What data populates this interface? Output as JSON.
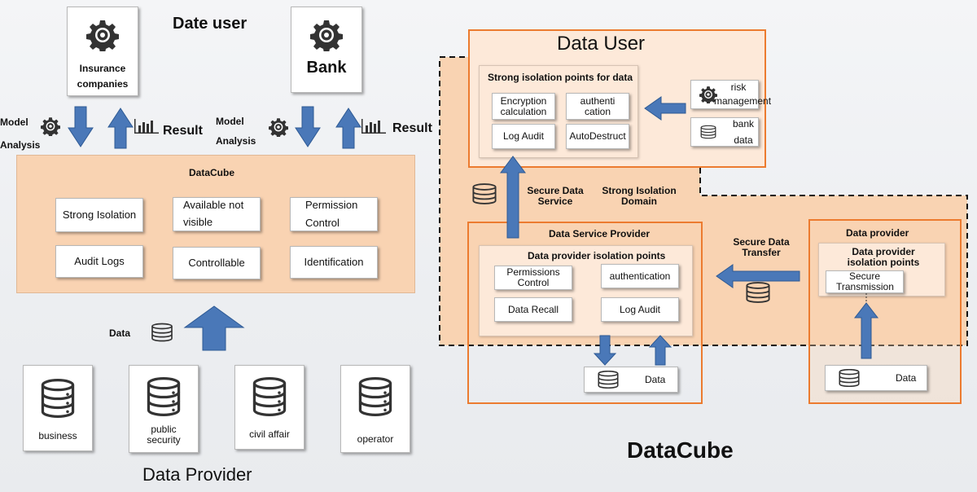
{
  "left": {
    "top_label": "Date user",
    "user_insurance": "Insurance companies",
    "user_bank": "Bank",
    "model_analysis_1": "Model Analysis",
    "model_analysis_2": "Model Analysis",
    "result_1": "Result",
    "result_2": "Result",
    "datacube_title": "DataCube",
    "features": [
      "Strong Isolation",
      "Available not visible",
      "Permission Control",
      "Audit Logs",
      "Controllable",
      "Identification"
    ],
    "data_label": "Data",
    "providers": [
      "business",
      "public security",
      "civil affair",
      "operator"
    ],
    "bottom_label": "Data Provider"
  },
  "right": {
    "data_user_title": "Data User",
    "strong_isolation_title": "Strong isolation points for data",
    "user_points": [
      "Encryption calculation",
      "authenti cation",
      "Log Audit",
      "AutoDestruct"
    ],
    "risk_management": "risk management",
    "bank_data": "bank data",
    "secure_data_service": "Secure Data Service",
    "strong_isolation_domain": "Strong Isolation Domain",
    "dsp_title": "Data Service Provider",
    "dsp_panel_title": "Data provider isolation points",
    "dsp_points": [
      "Permissions Control",
      "authentication",
      "Data Recall",
      "Log Audit"
    ],
    "dsp_data": "Data",
    "secure_data_transfer": "Secure Data Transfer",
    "provider_title": "Data provider",
    "provider_panel_title": "Data provider isolation points",
    "secure_transmission": "Secure Transmission",
    "provider_data": "Data",
    "bottom_label": "DataCube"
  },
  "colors": {
    "arrow": "#4a78b8",
    "peach": "#f9d3b2",
    "orange": "#ec7b2f",
    "light_peach": "#fde9d9"
  },
  "icons": [
    "gear-icon",
    "database-icon",
    "bar-chart-icon",
    "arrow-icon"
  ]
}
